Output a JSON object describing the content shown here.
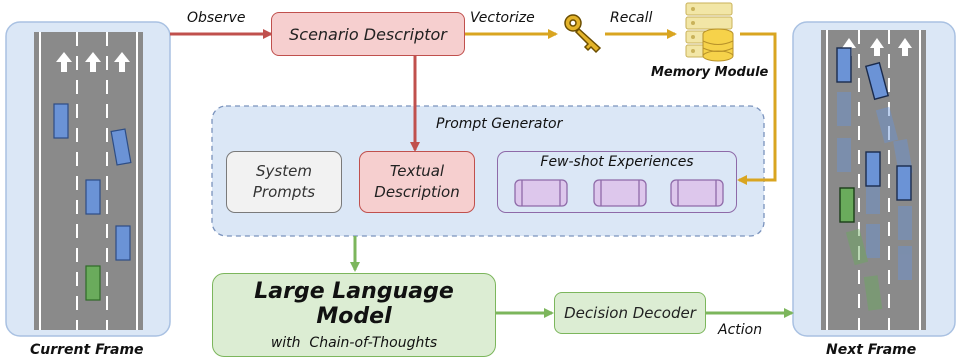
{
  "left_panel": {
    "caption": "Current Frame"
  },
  "right_panel": {
    "caption": "Next Frame"
  },
  "scenario_descriptor": "Scenario Descriptor",
  "edges": {
    "observe": "Observe",
    "vectorize": "Vectorize",
    "recall": "Recall",
    "action": "Action"
  },
  "memory_module": "Memory Module",
  "prompt_generator": {
    "title": "Prompt Generator",
    "system_prompts": [
      "System",
      "Prompts"
    ],
    "textual_description": [
      "Textual",
      "Description"
    ],
    "few_shot": "Few-shot Experiences"
  },
  "llm": {
    "title": "Large Language Model",
    "subtitle": "with  Chain-of-Thoughts"
  },
  "decision_decoder": "Decision Decoder",
  "colors": {
    "red_edge": "#c0504d",
    "gold_edge": "#d9a520",
    "green_edge": "#7cb65c",
    "panel_blue": "#dbe7f6",
    "car_blue": "#6b93d6",
    "car_green": "#6aab5c"
  },
  "icons": [
    "key-icon",
    "database-icon",
    "arrow-up-icon"
  ]
}
